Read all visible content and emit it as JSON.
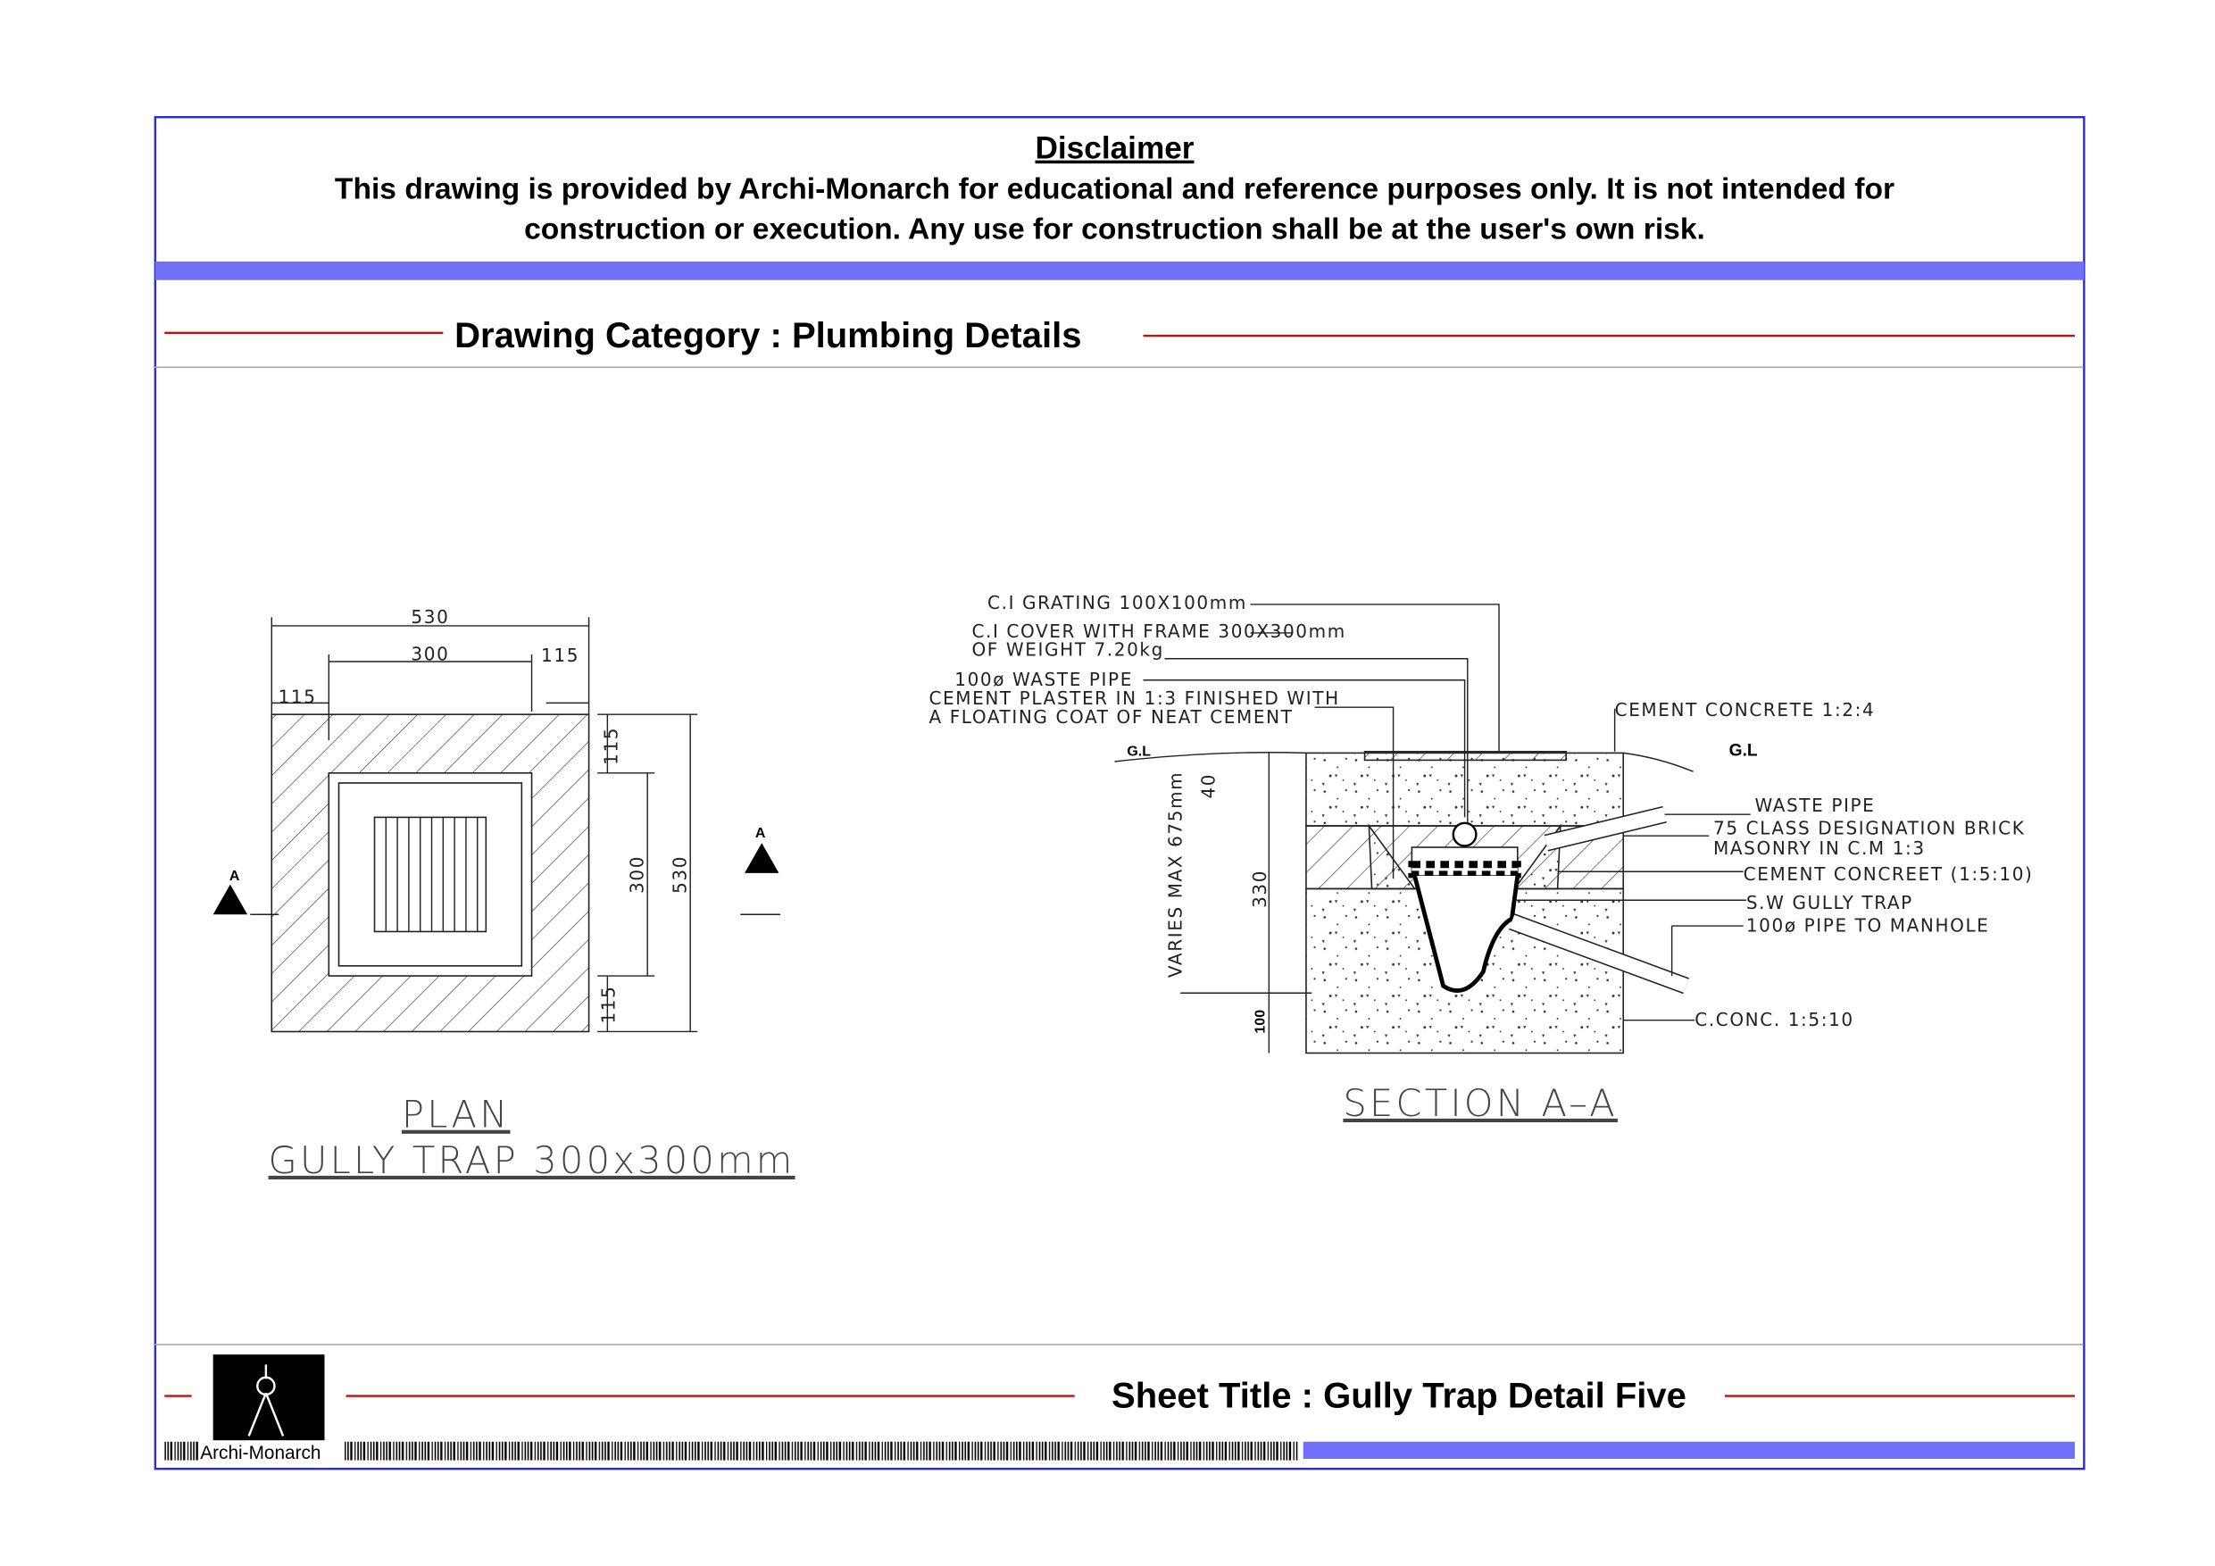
{
  "disclaimer": {
    "title": "Disclaimer",
    "line1": "This drawing is provided by Archi-Monarch for educational and reference purposes only. It is not intended for",
    "line2": "construction or execution. Any use for construction shall be at the user's own risk."
  },
  "category": "Drawing Category : Plumbing Details",
  "plan": {
    "title": "PLAN",
    "subtitle": "GULLY  TRAP    300x300mm",
    "dims": {
      "overall": "530",
      "inner": "300",
      "side": "115",
      "side_left": "115",
      "v_top": "115",
      "v_mid": "300",
      "v_overall": "530",
      "v_bot": "115"
    },
    "marker": "A"
  },
  "section": {
    "title": "SECTION  A–A",
    "labels": {
      "grating": "C.I  GRATING  100X100mm",
      "cover1": "C.I  COVER  WITH  FRAME  300X300mm",
      "cover2": "OF  WEIGHT  7.20kg",
      "waste_pipe_top": "100ø  WASTE  PIPE",
      "plaster1": "CEMENT  PLASTER  IN  1:3  FINISHED  WITH",
      "plaster2": "A  FLOATING  COAT  OF  NEAT  CEMENT",
      "cc124": "CEMENT  CONCRETE  1:2:4",
      "waste_pipe": "WASTE  PIPE",
      "brick1": "75  CLASS  DESIGNATION  BRICK",
      "brick2": "MASONRY  IN  C.M  1:3",
      "cc1510": "CEMENT  CONCREET  (1:5:10)",
      "gully": "S.W  GULLY  TRAP",
      "pipe_manhole": "100ø  PIPE  TO  MANHOLE",
      "cconc": "C.CONC.  1:5:10",
      "gl_left": "G.L",
      "gl_right": "G.L"
    },
    "dims": {
      "varies": "VARIES  MAX  675mm",
      "d40": "40",
      "d330": "330",
      "d100": "100"
    }
  },
  "footer": {
    "sheet_title": "Sheet Title : Gully Trap Detail Five",
    "logo_text": "Archi-Monarch"
  },
  "colors": {
    "border": "#2b2bd0",
    "band": "#7070f8",
    "rule": "#c01010"
  }
}
